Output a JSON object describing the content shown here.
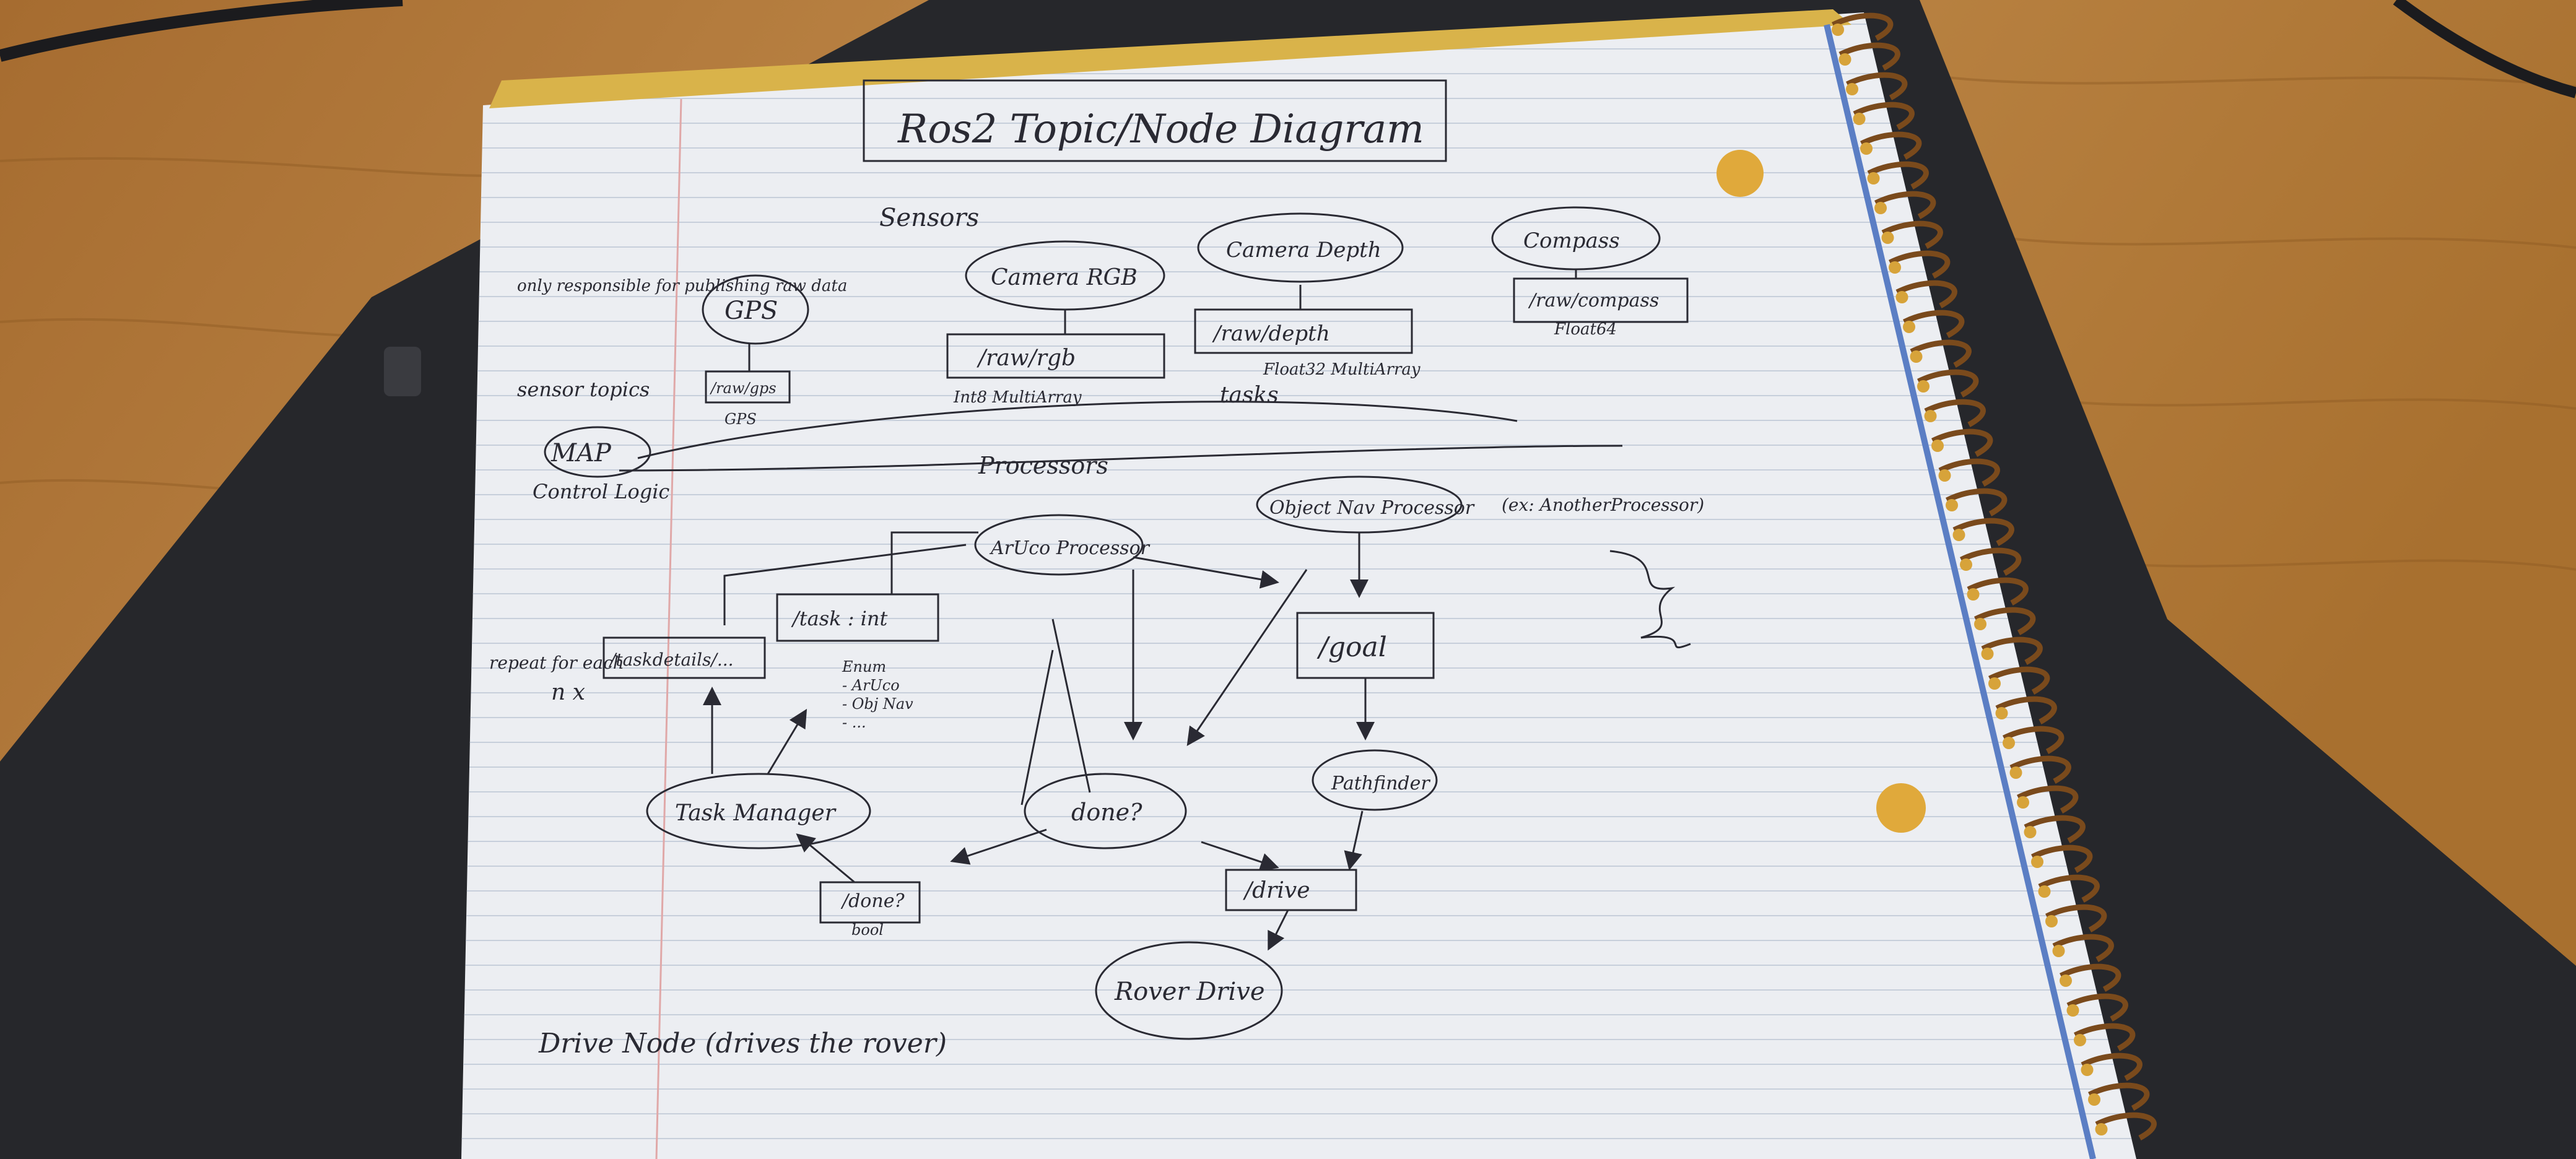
{
  "title": "Ros2 Topic/Node Diagram",
  "sections": {
    "sensors": "Sensors",
    "only_responsible": "only responsible for publishing raw data",
    "sensor_topics": "sensor topics",
    "control_logic": "Control Logic",
    "repeat_for_each": "repeat for each",
    "drive_node": "Drive Node (drives the rover)"
  },
  "nodes": {
    "gps": "GPS",
    "camera_rgb": "Camera RGB",
    "camera_depth": "Camera Depth",
    "compass": "Compass",
    "map": "MAP",
    "aruco_processor": "ArUco Processor",
    "object_nav_processor": "Object Nav Processor",
    "other_processor": "(ex: AnotherProcessor)",
    "task_manager": "Task Manager",
    "done": "done?",
    "pathfinder": "Pathfinder",
    "rover_drive": "Rover Drive"
  },
  "topics": {
    "raw_gps": "/raw/gps",
    "raw_gps_type": "GPS",
    "raw_rgb": "/raw/rgb",
    "raw_rgb_type": "Int8 MultiArray",
    "raw_depth": "/raw/depth",
    "raw_depth_type": "Float32 MultiArray",
    "raw_compass": "/raw/compass",
    "raw_compass_type": "Float64",
    "tasks": "tasks",
    "processors": "Processors",
    "task_details": "/taskdetails/...",
    "task": "/task : int",
    "task_enum": "Enum",
    "task_enum_1": "- ArUco",
    "task_enum_2": "- Obj Nav",
    "task_enum_3": "- ...",
    "n": "n x",
    "goal": "/goal",
    "drive": "/drive",
    "done_topic": "/done?",
    "done_type": "bool"
  },
  "colors": {
    "ink": "#2a2a33",
    "paper": "#eceef2",
    "desk": "#b07a3c",
    "binder": "#26272b",
    "spiral": "#7a4a1c"
  }
}
